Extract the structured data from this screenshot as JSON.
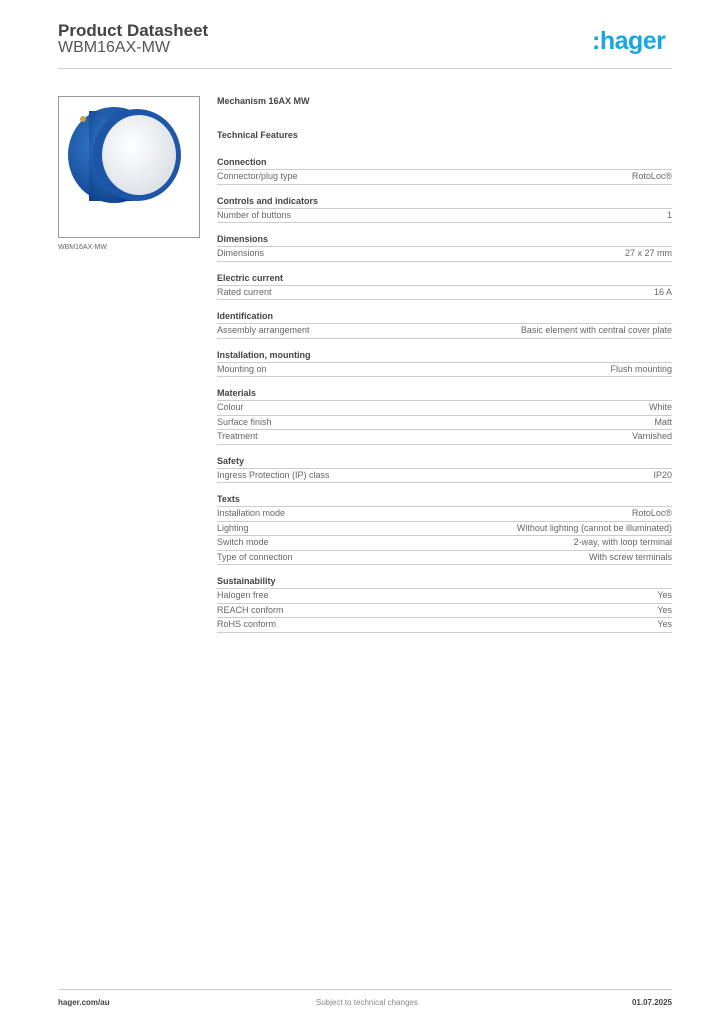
{
  "header": {
    "title": "Product Datasheet",
    "subtitle": "WBM16AX-MW",
    "logo": ":hager",
    "brand_color": "#1aa6e0"
  },
  "image": {
    "caption": "WBM16AX-MW"
  },
  "product_name": "Mechanism 16AX MW",
  "technical_features_label": "Technical Features",
  "sections": [
    {
      "heading": "Connection",
      "rows": [
        [
          "Connector/plug type",
          "RotoLoc®"
        ]
      ]
    },
    {
      "heading": "Controls and indicators",
      "rows": [
        [
          "Number of buttons",
          "1"
        ]
      ]
    },
    {
      "heading": "Dimensions",
      "rows": [
        [
          "Dimensions",
          "27 x 27 mm"
        ]
      ]
    },
    {
      "heading": "Electric current",
      "rows": [
        [
          "Rated current",
          "16 A"
        ]
      ]
    },
    {
      "heading": "Identification",
      "rows": [
        [
          "Assembly arrangement",
          "Basic element with central cover plate"
        ]
      ]
    },
    {
      "heading": "Installation, mounting",
      "rows": [
        [
          "Mounting on",
          "Flush mounting"
        ]
      ]
    },
    {
      "heading": "Materials",
      "rows": [
        [
          "Colour",
          "White"
        ],
        [
          "Surface finish",
          "Matt"
        ],
        [
          "Treatment",
          "Varnished"
        ]
      ]
    },
    {
      "heading": "Safety",
      "rows": [
        [
          "Ingress Protection (IP) class",
          "IP20"
        ]
      ]
    },
    {
      "heading": "Texts",
      "rows": [
        [
          "Installation mode",
          "RotoLoc®"
        ],
        [
          "Lighting",
          "Without lighting (cannot be illuminated)"
        ],
        [
          "Switch mode",
          "2-way, with loop terminal"
        ],
        [
          "Type of connection",
          "With screw terminals"
        ]
      ]
    },
    {
      "heading": "Sustainability",
      "rows": [
        [
          "Halogen free",
          "Yes"
        ],
        [
          "REACH conform",
          "Yes"
        ],
        [
          "RoHS conform",
          "Yes"
        ]
      ]
    }
  ],
  "footer": {
    "website": "hager.com/au",
    "note": "Subject to technical changes",
    "date": "01.07.2025"
  }
}
